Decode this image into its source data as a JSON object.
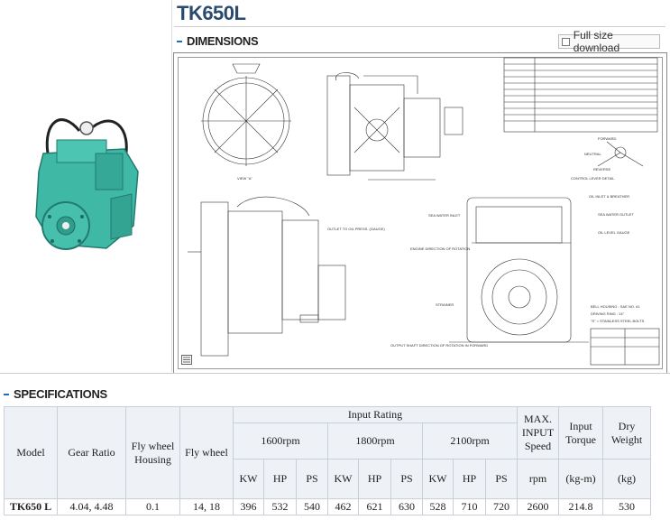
{
  "model_title": "TK650L",
  "sections": {
    "dimensions": "DIMENSIONS",
    "specifications": "SPECIFICATIONS"
  },
  "full_size_button": "Full size download",
  "drawing": {
    "view_label": "VIEW \"A\"",
    "labels": {
      "outlet_oil_press": "OUTLET TO OIL PRESS. (GAUGE)",
      "engine_direction": "ENGINE DIRECTION OF ROTATION",
      "sea_water_inlet": "SEA WATER INLET",
      "sea_water_outlet": "SEA WATER OUTLET",
      "oil_inlet_breather": "OIL INLET & BREATHER",
      "oil_level_gauge": "OIL LEVEL GAUGE",
      "strainer": "STRAINER",
      "output_shaft": "OUTPUT SHAFT DIRECTION OF ROTATION IN FORWARD",
      "forward": "FORWARD",
      "neutral": "NEUTRAL",
      "reverse": "REVERSE",
      "control_lever": "CONTROL LEVER DETAIL",
      "bell_housing": "BELL HOUSING : SAE NO. #1",
      "driving_ring": "DRIVING RING : 14\"",
      "bolts": "\"S\" = STAINLESS STEEL BOLTS"
    }
  },
  "spec_table": {
    "headers": {
      "model": "Model",
      "gear_ratio": "Gear Ratio",
      "fly_wheel_housing": "Fly wheel Housing",
      "fly_wheel": "Fly wheel",
      "input_rating": "Input Rating",
      "rpm_1600": "1600rpm",
      "rpm_1800": "1800rpm",
      "rpm_2100": "2100rpm",
      "kw": "KW",
      "hp": "HP",
      "ps": "PS",
      "max_input_speed": "MAX. INPUT Speed",
      "max_unit": "rpm",
      "input_torque": "Input Torque",
      "torque_unit": "(kg-m)",
      "dry_weight": "Dry Weight",
      "weight_unit": "(kg)"
    },
    "row": {
      "model": "TK650 L",
      "gear_ratio": "4.04, 4.48",
      "fly_wheel_housing": "0.1",
      "fly_wheel": "14, 18",
      "kw_1600": "396",
      "hp_1600": "532",
      "ps_1600": "540",
      "kw_1800": "462",
      "hp_1800": "621",
      "ps_1800": "630",
      "kw_2100": "528",
      "hp_2100": "710",
      "ps_2100": "720",
      "max_speed": "2600",
      "torque": "214.8",
      "weight": "530"
    }
  },
  "colors": {
    "title": "#2a4a6e",
    "accent_bar": "#1f6fb8",
    "product": "#3fb8a6",
    "table_border": "#c9cfd8"
  }
}
